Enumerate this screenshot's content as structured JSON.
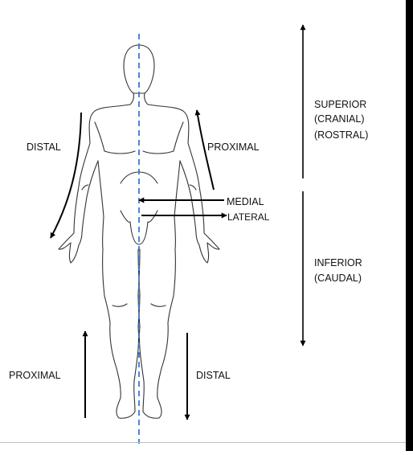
{
  "labels": {
    "distal_arm": "DISTAL",
    "proximal_arm": "PROXIMAL",
    "medial": "MEDIAL",
    "lateral": "LATERAL",
    "superior_1": "SUPERIOR",
    "superior_2": "(CRANIAL)",
    "superior_3": "(ROSTRAL)",
    "inferior_1": "INFERIOR",
    "inferior_2": "(CAUDAL)",
    "proximal_leg": "PROXIMAL",
    "distal_leg": "DISTAL"
  },
  "colors": {
    "midline": "#3a78d4",
    "outline": "#333333",
    "arrow": "#000000"
  }
}
